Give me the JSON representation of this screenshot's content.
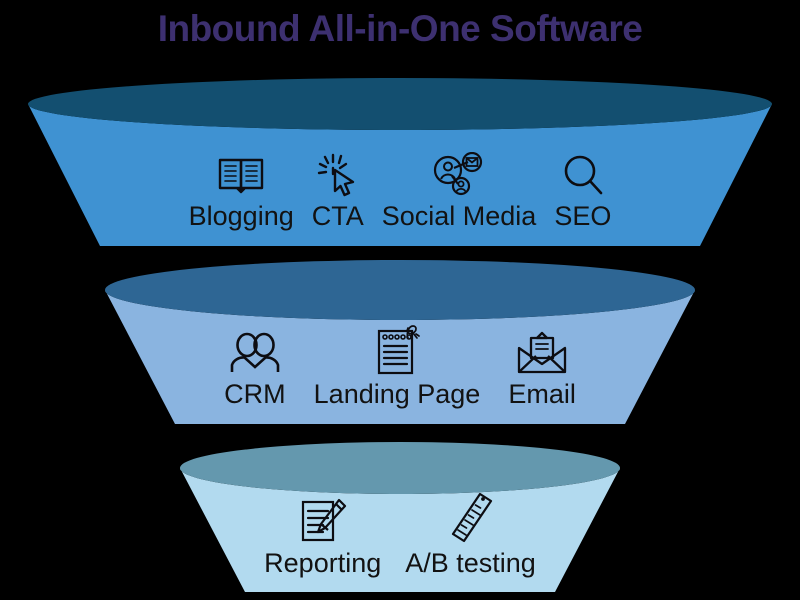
{
  "diagram": {
    "type": "funnel",
    "title": "Inbound All-in-One Software",
    "title_color": "#3d3070",
    "background_color": "#000000",
    "label_color": "#121212",
    "tiers": [
      {
        "index": 1,
        "rim_color": "#134f70",
        "body_color": "#3f92d2",
        "items": [
          {
            "label": "Blogging",
            "icon": "open-book-icon"
          },
          {
            "label": "CTA",
            "icon": "click-cursor-icon"
          },
          {
            "label": "Social Media",
            "icon": "social-network-icon"
          },
          {
            "label": "SEO",
            "icon": "magnifier-icon"
          }
        ]
      },
      {
        "index": 2,
        "rim_color": "#2e6694",
        "body_color": "#8ab4e0",
        "items": [
          {
            "label": "CRM",
            "icon": "two-people-icon"
          },
          {
            "label": "Landing Page",
            "icon": "notepad-icon"
          },
          {
            "label": "Email",
            "icon": "open-envelope-icon"
          }
        ]
      },
      {
        "index": 3,
        "rim_color": "#6498ae",
        "body_color": "#b2daef",
        "items": [
          {
            "label": "Reporting",
            "icon": "document-pencil-icon"
          },
          {
            "label": "A/B testing",
            "icon": "ruler-icon"
          }
        ]
      }
    ]
  }
}
